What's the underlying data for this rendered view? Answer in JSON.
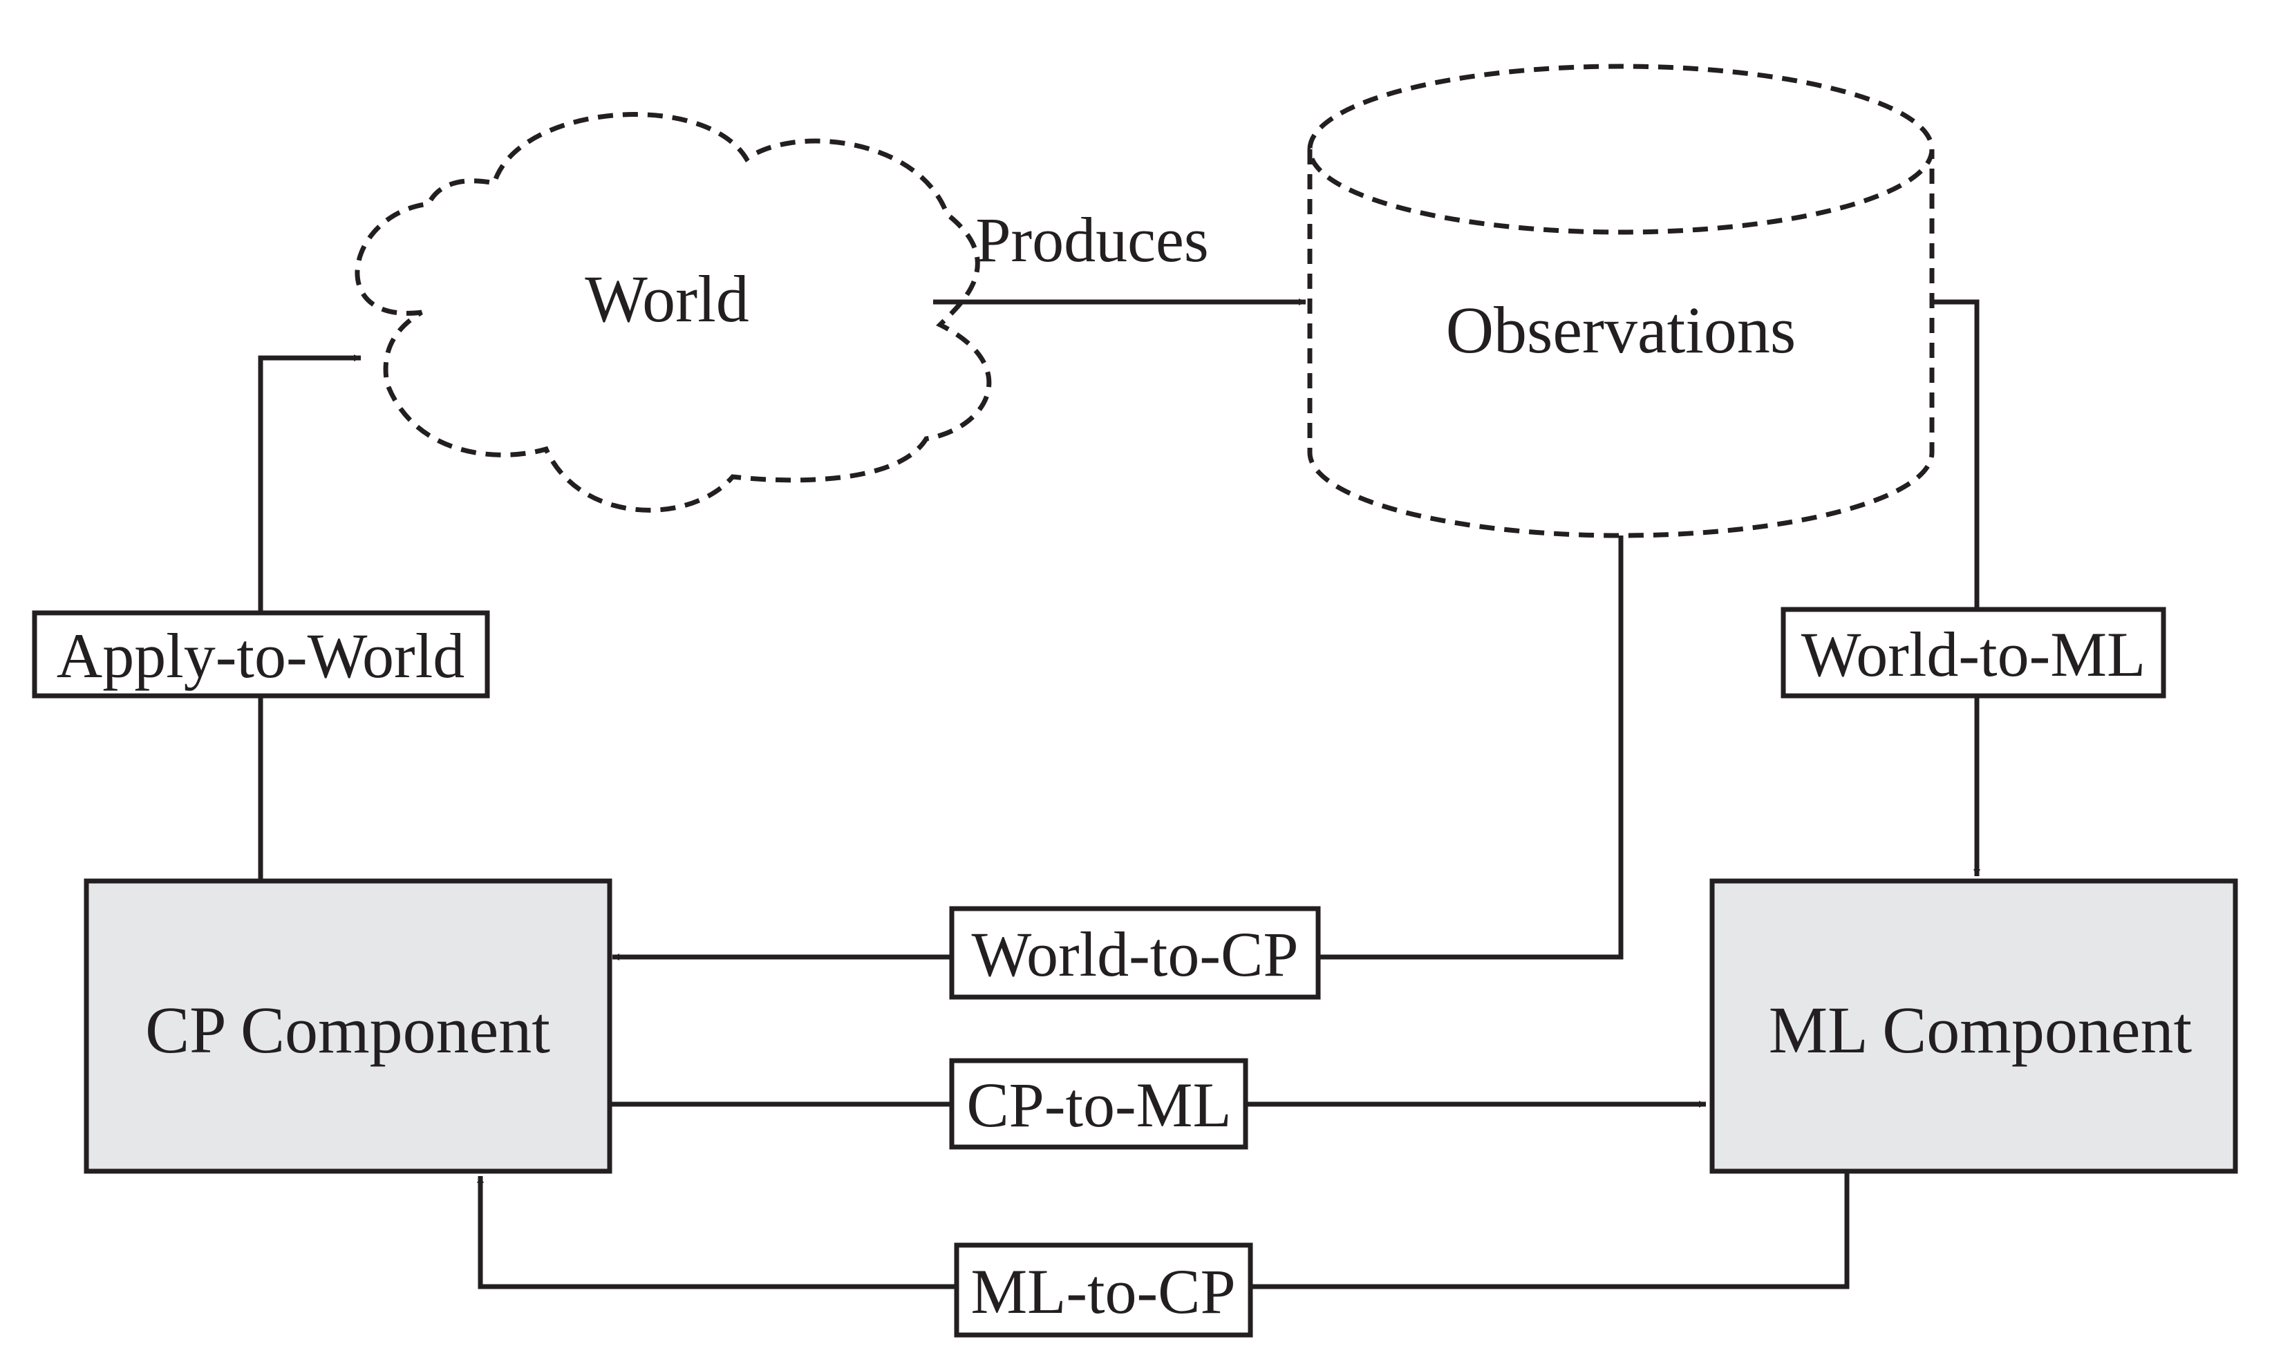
{
  "diagram": {
    "nodes": {
      "world": {
        "label": "World"
      },
      "observations": {
        "label": "Observations"
      },
      "cp_component": {
        "label": "CP Component"
      },
      "ml_component": {
        "label": "ML Component"
      }
    },
    "edges": {
      "produces": {
        "label": "Produces"
      },
      "apply_to_world": {
        "label": "Apply-to-World"
      },
      "world_to_ml": {
        "label": "World-to-ML"
      },
      "world_to_cp": {
        "label": "World-to-CP"
      },
      "cp_to_ml": {
        "label": "CP-to-ML"
      },
      "ml_to_cp": {
        "label": "ML-to-CP"
      }
    },
    "colors": {
      "line": "#231f20",
      "component_fill": "#e6e7e8",
      "background": "#ffffff"
    }
  }
}
